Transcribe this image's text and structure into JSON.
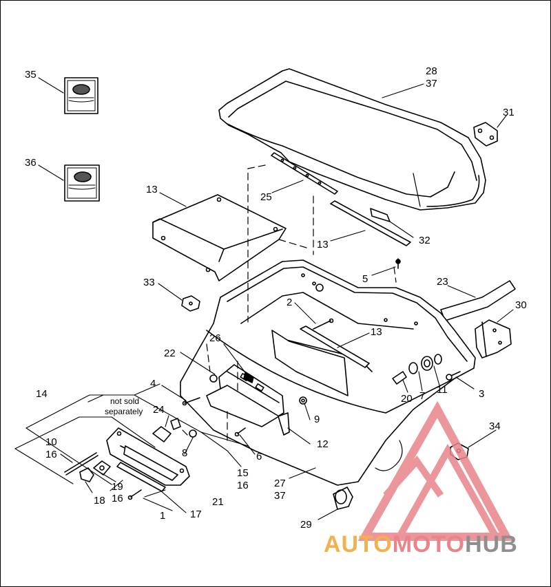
{
  "labels": {
    "l35": "35",
    "l36": "36",
    "l28": "28",
    "l37a": "37",
    "l31": "31",
    "l13a": "13",
    "l25": "25",
    "l13b": "13",
    "l32": "32",
    "l5": "5",
    "l33": "33",
    "l2": "2",
    "l23": "23",
    "l30": "30",
    "l13c": "13",
    "l26": "26",
    "l22": "22",
    "l4": "4",
    "l14": "14",
    "l24": "24",
    "l8": "8",
    "l9": "9",
    "l10": "10",
    "l16a": "16",
    "l6": "6",
    "l12": "12",
    "l20": "20",
    "l7": "7",
    "l11": "11",
    "l3": "3",
    "l34": "34",
    "l15": "15",
    "l16b": "16",
    "l19": "19",
    "l21": "21",
    "l27": "27",
    "l37b": "37",
    "l18": "18",
    "l16c": "16",
    "l1": "1",
    "l17": "17",
    "l29": "29"
  },
  "note": {
    "line1": "not sold",
    "line2": "separately"
  },
  "watermark": {
    "part1": "AUTO",
    "part2": "MOTO",
    "part3": "HUB"
  },
  "colors": {
    "watermark_orange": "#f2b14e",
    "watermark_red": "#e8848a",
    "watermark_grey": "#8f8f8f"
  }
}
